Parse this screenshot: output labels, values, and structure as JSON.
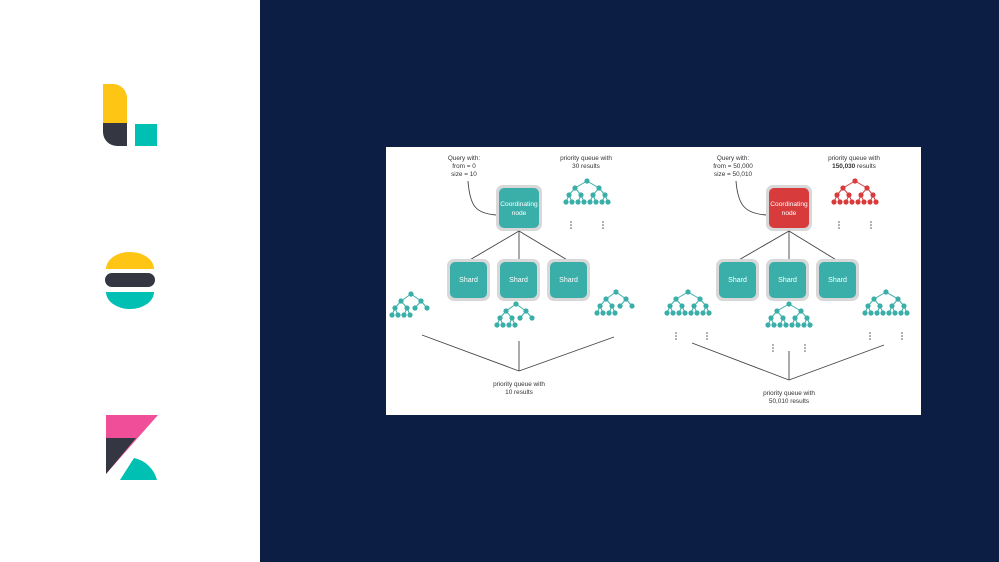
{
  "sidebar": {
    "logos": [
      {
        "name": "logstash-logo",
        "colors": [
          "#fec514",
          "#343741",
          "#00bfb3"
        ]
      },
      {
        "name": "elasticsearch-logo",
        "colors": [
          "#fec514",
          "#343741",
          "#00bfb3"
        ]
      },
      {
        "name": "kibana-logo",
        "colors": [
          "#f04e98",
          "#343741",
          "#00bfb3"
        ]
      }
    ]
  },
  "colors": {
    "background": "#0d1e45",
    "teal_node": "#3aafa9",
    "red_node": "#d83b3b",
    "panel": "#ffffff"
  },
  "diagram": {
    "left": {
      "query_label_line1": "Query with:",
      "query_label_line2": "from = 0",
      "query_label_line3": "size = 10",
      "coordinator_line1": "Coordinating",
      "coordinator_line2": "node",
      "top_queue_line1": "priority queue with",
      "top_queue_line2": "30 results",
      "shard_labels": [
        "Shard",
        "Shard",
        "Shard"
      ],
      "bottom_queue_line1": "priority queue with",
      "bottom_queue_line2": "10 results"
    },
    "right": {
      "query_label_line1": "Query with:",
      "query_label_line2": "from = 50,000",
      "query_label_line3": "size = 50,010",
      "coordinator_line1": "Coordinating",
      "coordinator_line2": "node",
      "top_queue_line1": "priority queue with",
      "top_queue_bold": "150,030",
      "top_queue_suffix": " results",
      "shard_labels": [
        "Shard",
        "Shard",
        "Shard"
      ],
      "bottom_queue_line1": "priority queue with",
      "bottom_queue_line2": "50,010 results"
    }
  }
}
